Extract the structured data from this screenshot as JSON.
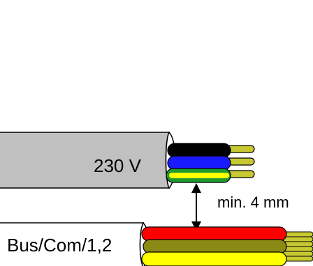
{
  "diagram": {
    "cable_230v_label": "230 V",
    "spacing_label": "min. 4 mm",
    "cable_bus_label": "Bus/Com/1,2"
  },
  "colors": {
    "sheath_230v": "#c0c0c0",
    "sheath_bus": "#ffffff",
    "conductor_tip": "#c8c832",
    "wire_black": "#000000",
    "wire_blue": "#1a1aff",
    "wire_green_yellow_green": "#1f9a2f",
    "wire_green_yellow_yellow": "#ffff00",
    "wire_red": "#ff0000",
    "wire_olive": "#8a8a14",
    "wire_yellow": "#ffff00"
  }
}
